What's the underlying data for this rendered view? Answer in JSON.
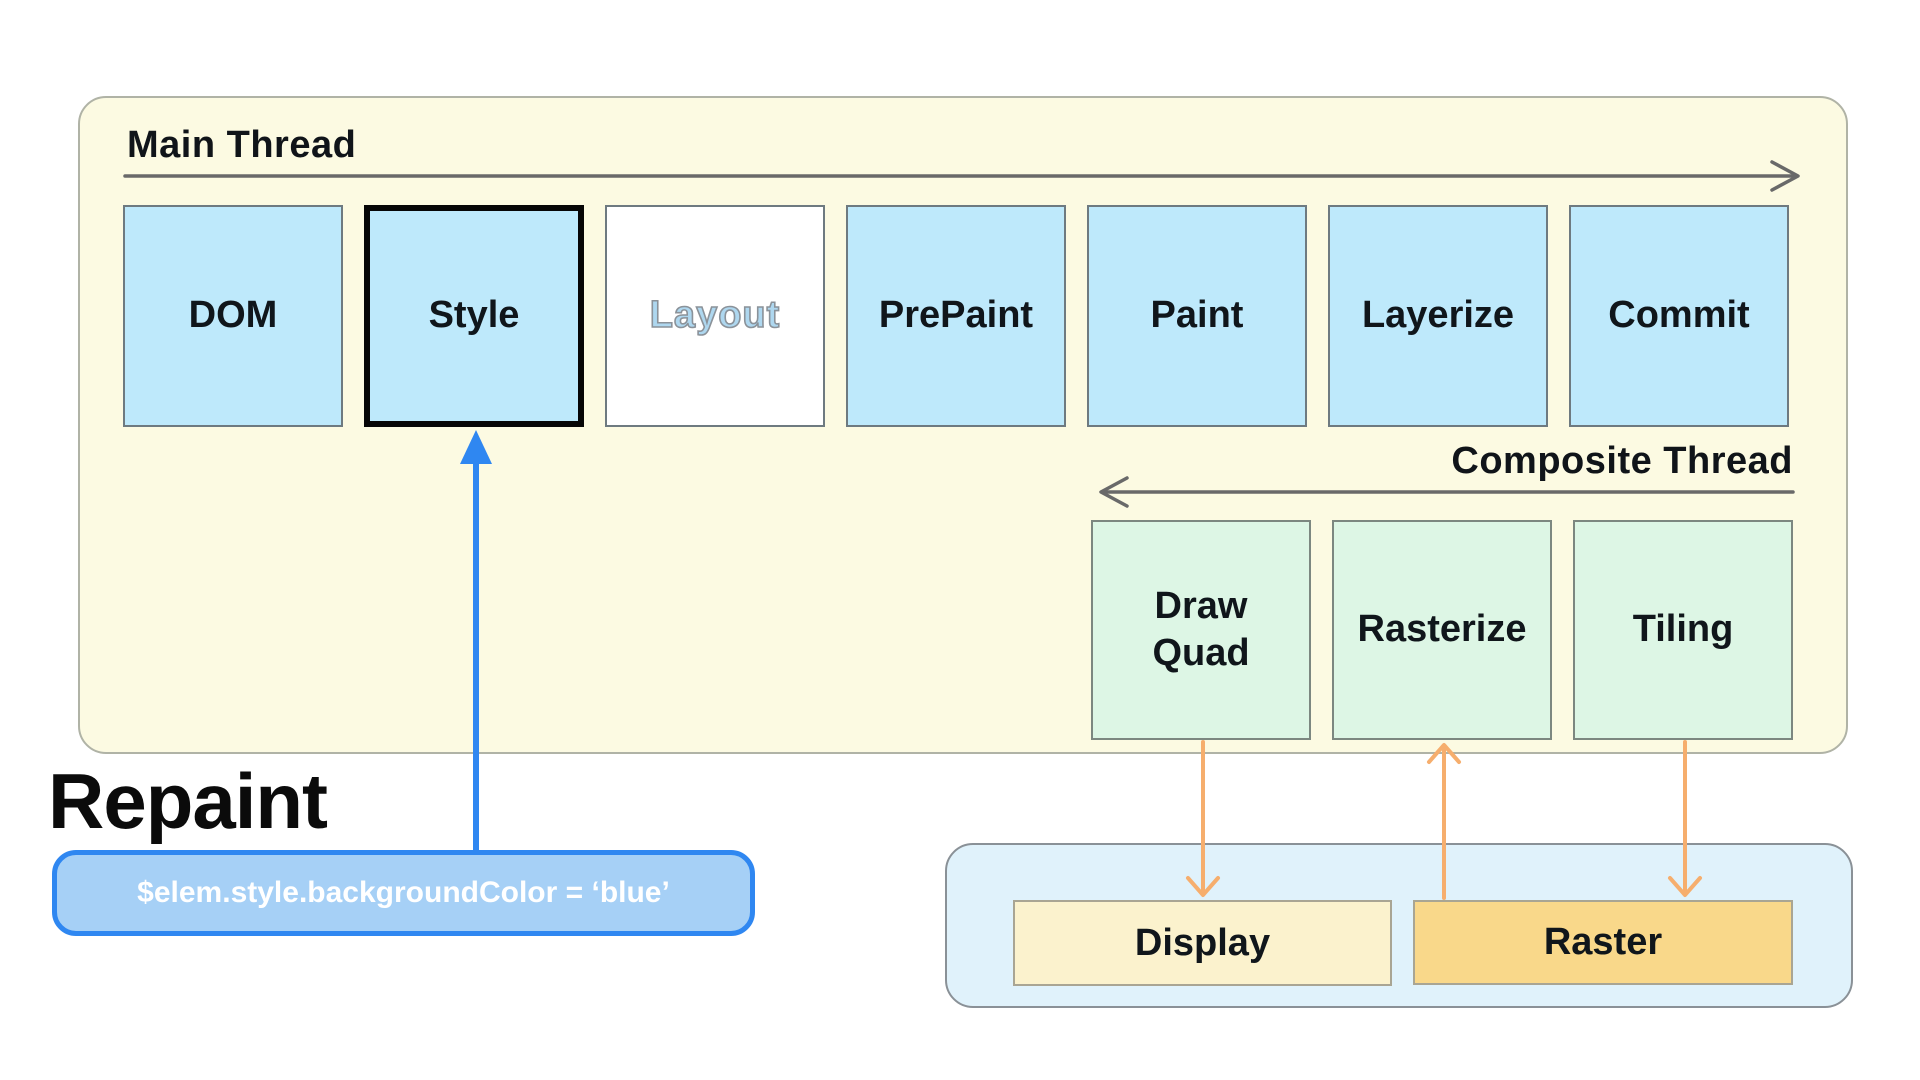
{
  "main_thread": {
    "label": "Main Thread",
    "stages": [
      {
        "label": "DOM"
      },
      {
        "label": "Style"
      },
      {
        "label": "Layout"
      },
      {
        "label": "PrePaint"
      },
      {
        "label": "Paint"
      },
      {
        "label": "Layerize"
      },
      {
        "label": "Commit"
      }
    ]
  },
  "composite_thread": {
    "label": "Composite Thread",
    "stages": [
      {
        "label": "Draw Quad"
      },
      {
        "label": "Rasterize"
      },
      {
        "label": "Tiling"
      }
    ]
  },
  "gpu_panel": {
    "boxes": [
      {
        "label": "Display"
      },
      {
        "label": "Raster"
      }
    ]
  },
  "annotation": {
    "heading": "Repaint",
    "code": "$elem.style.backgroundColor = ‘blue’"
  },
  "colors": {
    "main_panel_fill": "#fcfae2",
    "stage_blue_fill": "#bee9fb",
    "stage_green_fill": "#ddf6e5",
    "gpu_panel_fill": "#e0f2fb",
    "display_fill": "#fbf2cd",
    "raster_fill": "#f9d88a",
    "accent_blue": "#2f87f1",
    "arrow_gray": "#696969",
    "arrow_orange": "#f6ae6d"
  }
}
